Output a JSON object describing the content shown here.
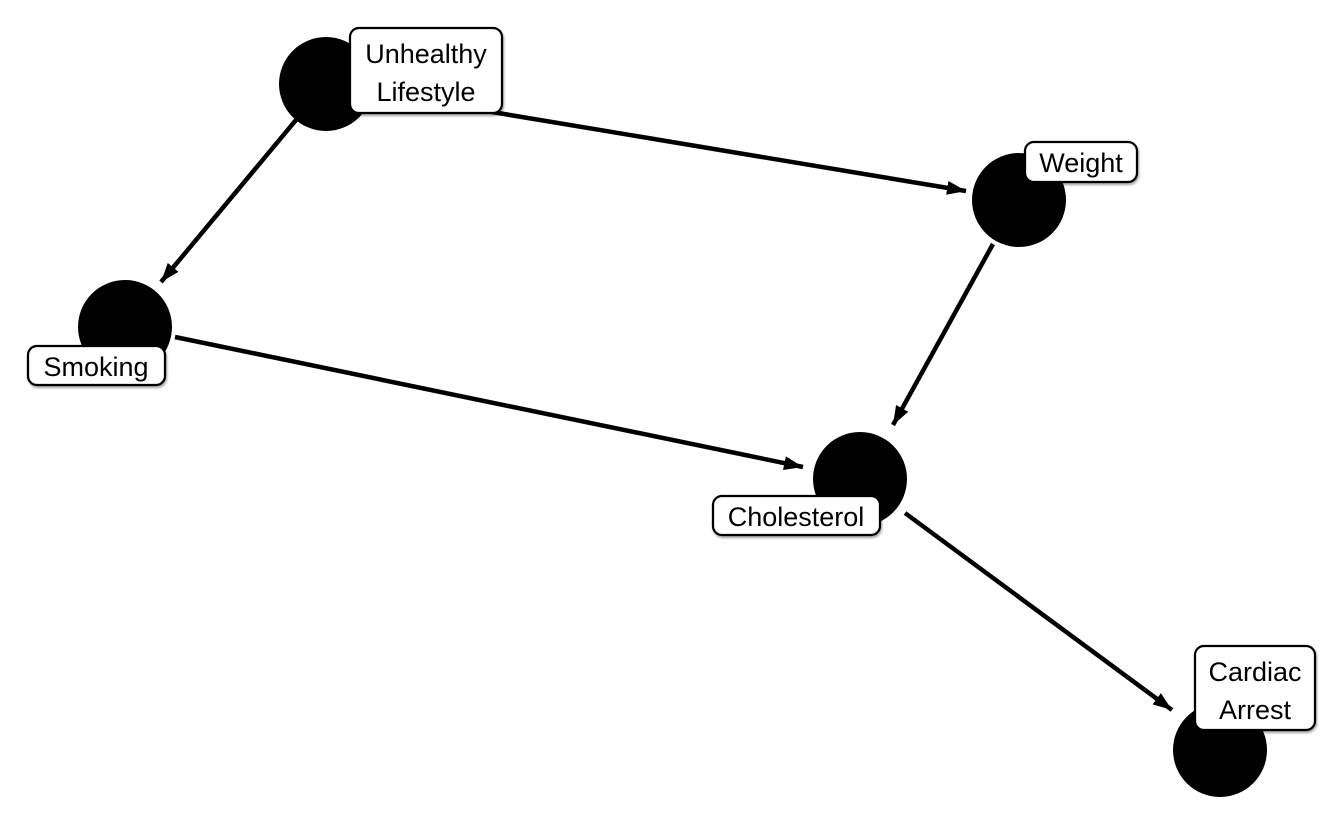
{
  "diagram": {
    "type": "directed-graph",
    "background_color": "#ffffff",
    "node_fill_color": "#000000",
    "edge_color": "#000000",
    "label_box_fill": "#ffffff",
    "label_box_border": "#000000",
    "label_text_color": "#000000",
    "nodes": [
      {
        "id": "unhealthy-lifestyle",
        "label": "Unhealthy Lifestyle",
        "lines": [
          "Unhealthy",
          "Lifestyle"
        ]
      },
      {
        "id": "weight",
        "label": "Weight",
        "lines": [
          "Weight"
        ]
      },
      {
        "id": "smoking",
        "label": "Smoking",
        "lines": [
          "Smoking"
        ]
      },
      {
        "id": "cholesterol",
        "label": "Cholesterol",
        "lines": [
          "Cholesterol"
        ]
      },
      {
        "id": "cardiac-arrest",
        "label": "Cardiac Arrest",
        "lines": [
          "Cardiac",
          "Arrest"
        ]
      }
    ],
    "edges": [
      {
        "from": "Unhealthy Lifestyle",
        "to": "Smoking"
      },
      {
        "from": "Unhealthy Lifestyle",
        "to": "Weight"
      },
      {
        "from": "Smoking",
        "to": "Cholesterol"
      },
      {
        "from": "Weight",
        "to": "Cholesterol"
      },
      {
        "from": "Cholesterol",
        "to": "Cardiac Arrest"
      }
    ]
  }
}
